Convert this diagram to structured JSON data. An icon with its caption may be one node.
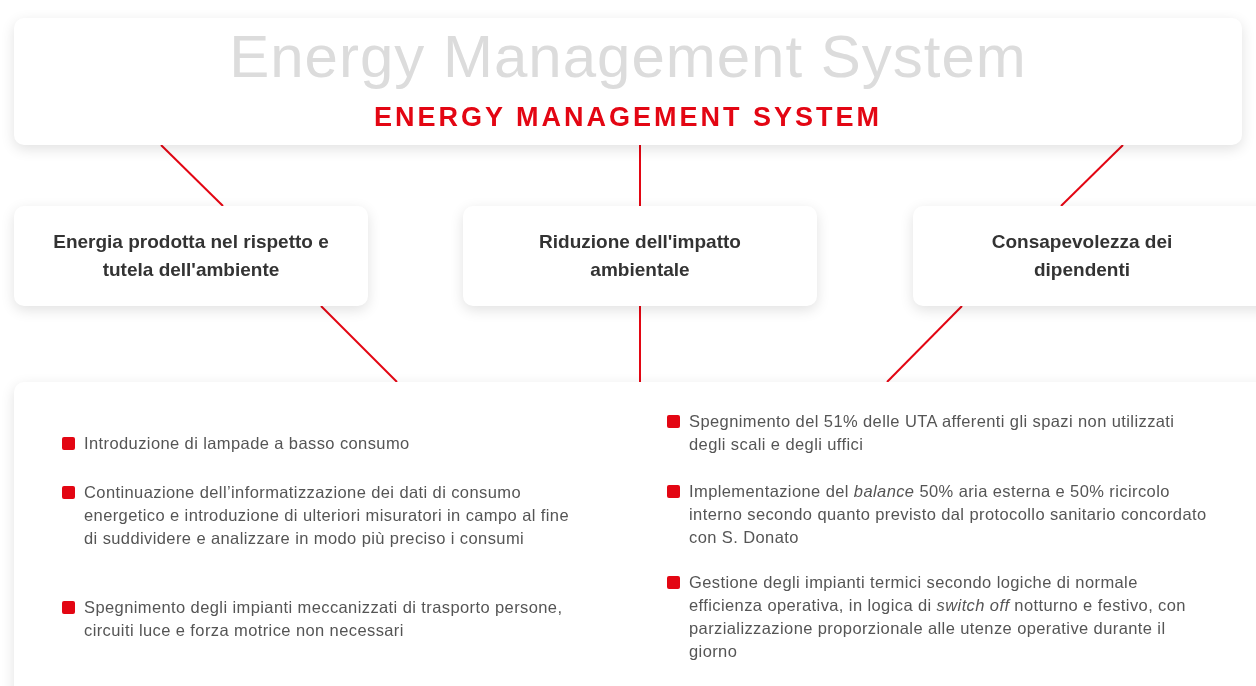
{
  "diagram": {
    "title": "ENERGY MANAGEMENT SYSTEM",
    "nodes": [
      {
        "text": [
          "Energy Management System"
        ]
      },
      {
        "text": [
          "Energia prodotta nel rispetto e tutela dell'ambiente"
        ]
      },
      {
        "text": [
          "Riduzione dell'impatto ambientale"
        ]
      },
      {
        "text": [
          "Consapevolezza dei dipendenti"
        ]
      },
      {
        "text": [
          "Introduzione di lampade a basso consumo",
          "Continuazione dell’informatizzazione dei dati di consumo energetico e introduzione di ulteriori misuratori in campo al fine di suddividere e analizzare in modo più preciso i consumi",
          "Spegnimento degli impianti meccanizzati di trasporto persone, circuiti luce e forza motrice non necessari",
          "Spegnimento del 51% delle UTA afferenti gli spazi non utilizzati degli scali e degli uffici",
          "Implementazione del *balance* 50% aria esterna e 50% ricircolo interno secondo quanto previsto dal protocollo sanitario concordato con S. Donato",
          "Gestione degli impianti termici secondo logiche di normale efficienza operativa, in logica di *switch off* notturno e festivo, con parzializzazione proporzionale alle utenze operative durante il giorno"
        ]
      }
    ],
    "edges": [
      {
        "from": 0,
        "to": 1,
        "arrow": "none"
      },
      {
        "from": 0,
        "to": 2,
        "arrow": "none"
      },
      {
        "from": 0,
        "to": 3,
        "arrow": "none"
      },
      {
        "from": 1,
        "to": 4,
        "arrow": "none"
      },
      {
        "from": 2,
        "to": 4,
        "arrow": "none"
      },
      {
        "from": 3,
        "to": 4,
        "arrow": "none"
      }
    ]
  }
}
